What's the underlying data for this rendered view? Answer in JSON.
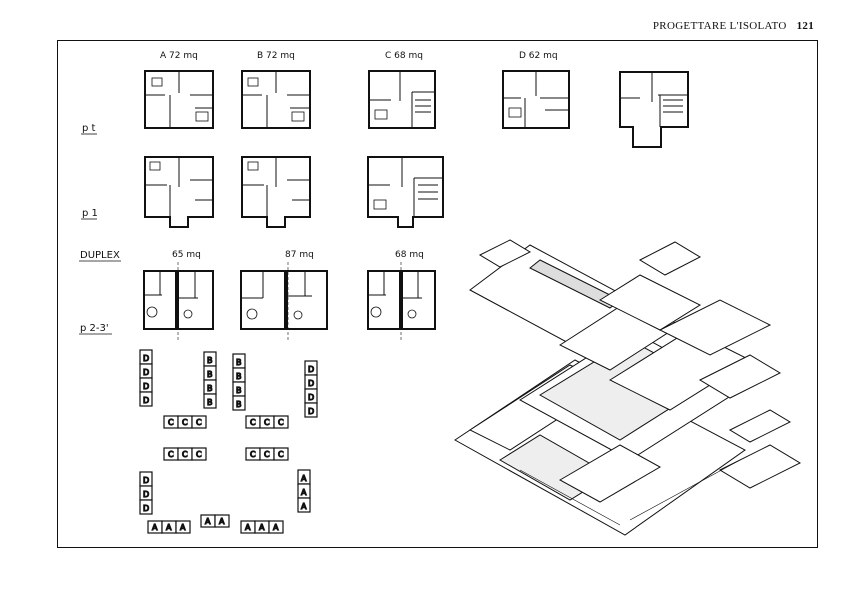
{
  "header": {
    "title": "PROGETTARE L'ISOLATO",
    "page_number": "121"
  },
  "unit_labels": {
    "A": "A  72 mq",
    "B": "B  72 mq",
    "C": "C  68 mq",
    "D": "D  62 mq"
  },
  "duplex_labels": {
    "d1": "65 mq",
    "d2": "87 mq",
    "d3": "68 mq"
  },
  "row_labels": {
    "pt": "p t",
    "p1": "p 1",
    "duplex": "DUPLEX",
    "p23": "p 2-3'"
  },
  "block_letters": {
    "A": "A",
    "C": "C",
    "D": "D"
  }
}
